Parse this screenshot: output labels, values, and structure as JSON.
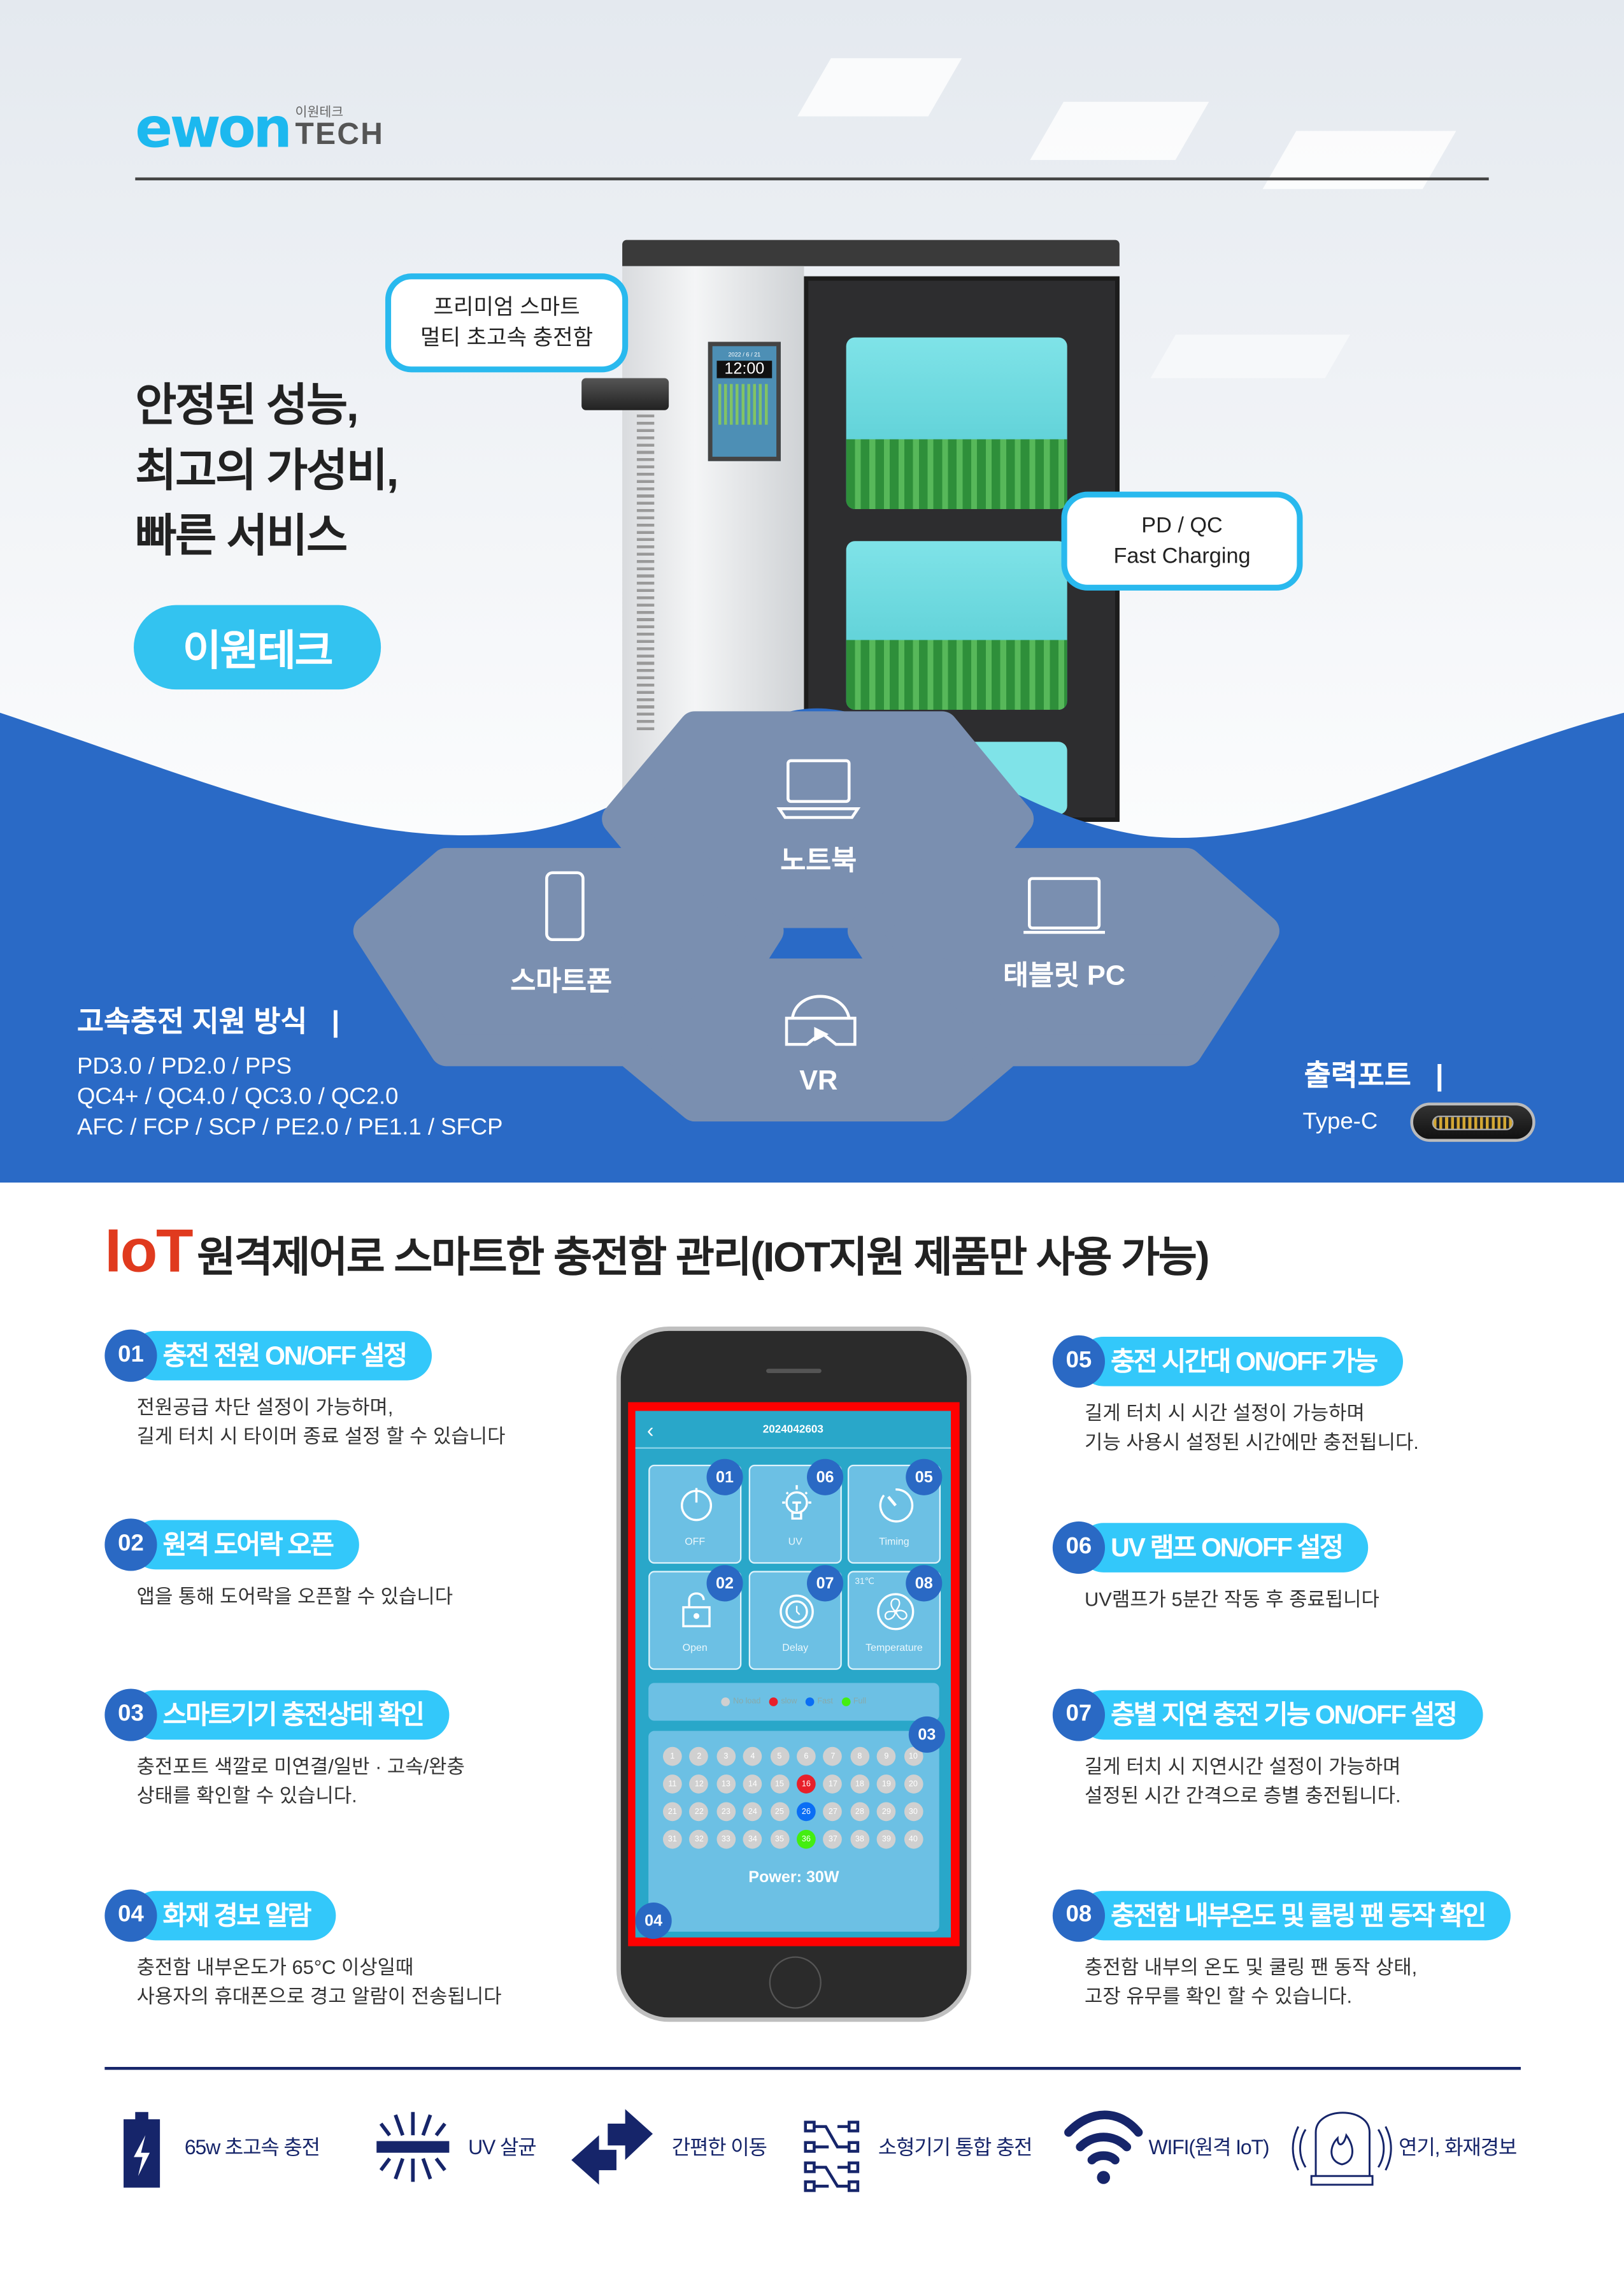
{
  "brand": {
    "logo_word": "ewon",
    "logo_korean": "이원테크",
    "logo_tech": "TECH",
    "button": "이원테크"
  },
  "hero": {
    "headline": [
      "안정된 성능,",
      "최고의 가성비,",
      "빠른 서비스"
    ],
    "bubble_product": [
      "프리미엄 스마트",
      "멀티 초고속 충전함"
    ],
    "bubble_charging": [
      "PD / QC",
      "Fast Charging"
    ],
    "cabinet_screen": {
      "date": "2022 / 6 / 21",
      "time": "12:00"
    }
  },
  "devices": [
    {
      "label": "노트북",
      "icon": "laptop-icon"
    },
    {
      "label": "스마트폰",
      "icon": "smartphone-icon"
    },
    {
      "label": "태블릿 PC",
      "icon": "tablet-icon"
    },
    {
      "label": "VR",
      "icon": "vr-headset-icon"
    }
  ],
  "fast_charging": {
    "title": "고속충전 지원 방식",
    "separator": "|",
    "lines": [
      "PD3.0 / PD2.0 / PPS",
      "QC4+ / QC4.0 / QC3.0 / QC2.0",
      "AFC / FCP / SCP / PE2.0 / PE1.1 / SFCP"
    ]
  },
  "output_port": {
    "title": "출력포트",
    "separator": "|",
    "type": "Type-C"
  },
  "iot": {
    "title_accent": "IoT",
    "title_rest": "원격제어로 스마트한 충전함 관리(IOT지원 제품만 사용 가능)"
  },
  "features": [
    {
      "num": "01",
      "title": "충전 전원 ON/OFF 설정",
      "desc": [
        "전원공급 차단 설정이 가능하며,",
        "길게 터치 시 타이머 종료 설정 할 수 있습니다"
      ]
    },
    {
      "num": "02",
      "title": "원격 도어락 오픈",
      "desc": [
        "앱을 통해 도어락을 오픈할 수 있습니다"
      ]
    },
    {
      "num": "03",
      "title": "스마트기기 충전상태 확인",
      "desc": [
        "충전포트 색깔로 미연결/일반 · 고속/완충",
        "상태를 확인할 수 있습니다."
      ]
    },
    {
      "num": "04",
      "title": "화재 경보 알람",
      "desc": [
        "충전함 내부온도가 65°C 이상일때",
        "사용자의 휴대폰으로 경고 알람이 전송됩니다"
      ]
    },
    {
      "num": "05",
      "title": "충전 시간대 ON/OFF 가능",
      "desc": [
        "길게 터치 시 시간 설정이 가능하며",
        "기능 사용시 설정된 시간에만 충전됩니다."
      ]
    },
    {
      "num": "06",
      "title": "UV 램프 ON/OFF 설정",
      "desc": [
        "UV램프가 5분간 작동 후 종료됩니다"
      ]
    },
    {
      "num": "07",
      "title": "층별 지연 충전 기능 ON/OFF 설정",
      "desc": [
        "길게 터치 시 지연시간 설정이 가능하며",
        "설정된 시간 간격으로 층별 충전됩니다."
      ]
    },
    {
      "num": "08",
      "title": "충전함 내부온도 및 쿨링 팬 동작 확인",
      "desc": [
        "충전함 내부의 온도 및 쿨링 팬 동작 상태,",
        "고장 유무를 확인 할 수 있습니다."
      ]
    }
  ],
  "app": {
    "title": "2024042603",
    "tiles": [
      {
        "label": "OFF",
        "badge": "01",
        "icon": "power-icon"
      },
      {
        "label": "UV",
        "badge": "06",
        "icon": "uv-bulb-icon"
      },
      {
        "label": "Timing",
        "badge": "05",
        "icon": "timer-icon"
      },
      {
        "label": "Open",
        "badge": "02",
        "icon": "unlock-icon"
      },
      {
        "label": "Delay",
        "badge": "07",
        "icon": "delay-clock-icon"
      },
      {
        "label": "Temperature",
        "badge": "08",
        "icon": "fan-icon",
        "temp": "31℃"
      }
    ],
    "legend": [
      {
        "label": "No load",
        "color": "#d0d0d0"
      },
      {
        "label": "slow",
        "color": "#e8202a"
      },
      {
        "label": "Fast",
        "color": "#0a6ef5"
      },
      {
        "label": "Full",
        "color": "#44ee11"
      }
    ],
    "ports_badge": "03",
    "alarm_badge": "04",
    "ports": {
      "slow": [
        16
      ],
      "fast": [
        26
      ],
      "full": [
        36
      ],
      "count": 40
    },
    "power": "Power: 30W"
  },
  "bottom_features": [
    {
      "label": "65w 초고속 충전",
      "icon": "battery-bolt-icon"
    },
    {
      "label": "UV 살균",
      "icon": "uv-light-icon"
    },
    {
      "label": "간편한 이동",
      "icon": "swap-arrows-icon"
    },
    {
      "label": "소형기기 통합 충전",
      "icon": "network-icon"
    },
    {
      "label": "WIFI(원격 IoT)",
      "icon": "wifi-icon"
    },
    {
      "label": "연기, 화재경보",
      "icon": "fire-alarm-icon"
    }
  ],
  "colors": {
    "blue": "#2a6ac6",
    "cyan": "#33c8fa",
    "navy": "#16256a",
    "red": "#e03a1e"
  }
}
